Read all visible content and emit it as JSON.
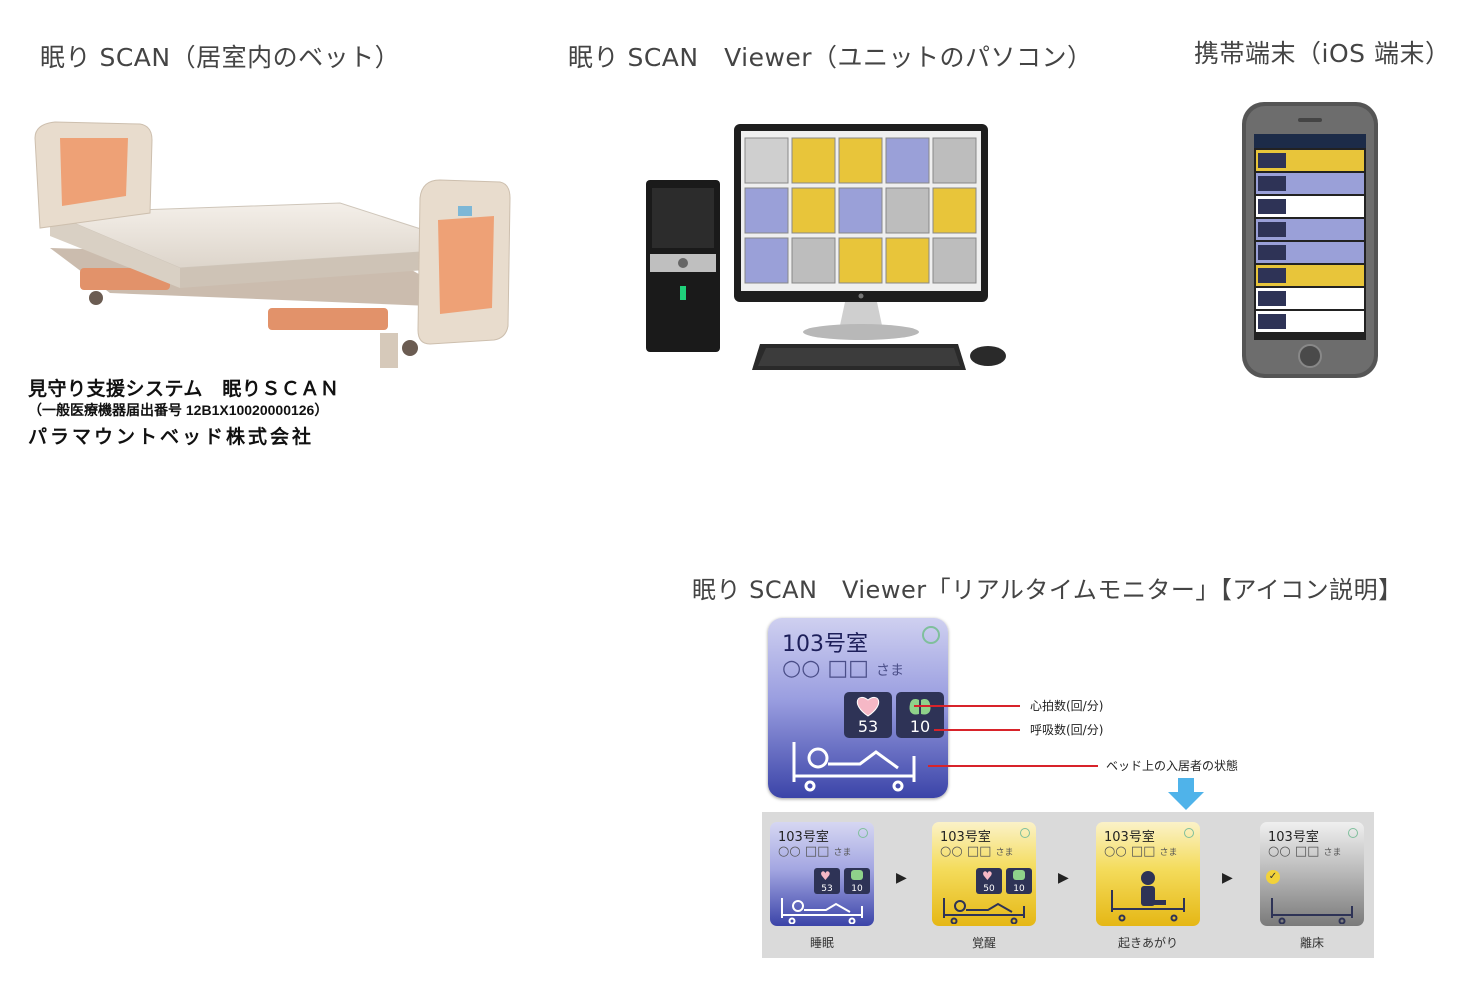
{
  "headings": {
    "bed": "眠り SCAN（居室内のベット）",
    "viewer": "眠り SCAN　Viewer（ユニットのパソコン）",
    "mobile": "携帯端末（iOS 端末）",
    "monitor": "眠り SCAN　Viewer「リアルタイムモニター」【アイコン説明】"
  },
  "bed_caption": {
    "line1": "見守り支援システム　眠りＳＣＡＮ",
    "line2": "（一般医療機器届出番号 12B1X10020000126）",
    "line3": "パラマウントベッド株式会社"
  },
  "card": {
    "room": "103号室",
    "name": "○○ □□",
    "honorific": "さま",
    "heart_value": "53",
    "breath_value": "10"
  },
  "annotations": {
    "heart": "心拍数(回/分)",
    "breath": "呼吸数(回/分)",
    "state": "ベッド上の入居者の状態"
  },
  "states": [
    {
      "room": "103号室",
      "name": "○○ □□",
      "honorific": "さま",
      "heart": "53",
      "breath": "10",
      "label": "睡眠"
    },
    {
      "room": "103号室",
      "name": "○○ □□",
      "honorific": "さま",
      "heart": "50",
      "breath": "10",
      "label": "覚醒"
    },
    {
      "room": "103号室",
      "name": "○○ □□",
      "honorific": "さま",
      "label": "起きあがり"
    },
    {
      "room": "103号室",
      "name": "○○ □□",
      "honorific": "さま",
      "label": "離床"
    }
  ],
  "monitor_tiles": [
    [
      "#cfcfcf",
      "#e8c53a",
      "#e8c53a",
      "#9aa0d8",
      "#bdbdbd"
    ],
    [
      "#9aa0d8",
      "#e8c53a",
      "#9aa0d8",
      "#bdbdbd",
      "#e8c53a"
    ],
    [
      "#9aa0d8",
      "#bdbdbd",
      "#e8c53a",
      "#e8c53a",
      "#bdbdbd"
    ]
  ],
  "phone_rows": [
    "#e8c53a",
    "#9aa0d8",
    "#ffffff",
    "#9aa0d8",
    "#9aa0d8",
    "#e8c53a",
    "#ffffff",
    "#ffffff"
  ],
  "colors": {
    "sleep": "#3b44a8",
    "awake": "#f2d23a",
    "empty": "#8c8c8c",
    "accent_red": "#d8232a",
    "arrow_blue": "#4fb3ea"
  }
}
